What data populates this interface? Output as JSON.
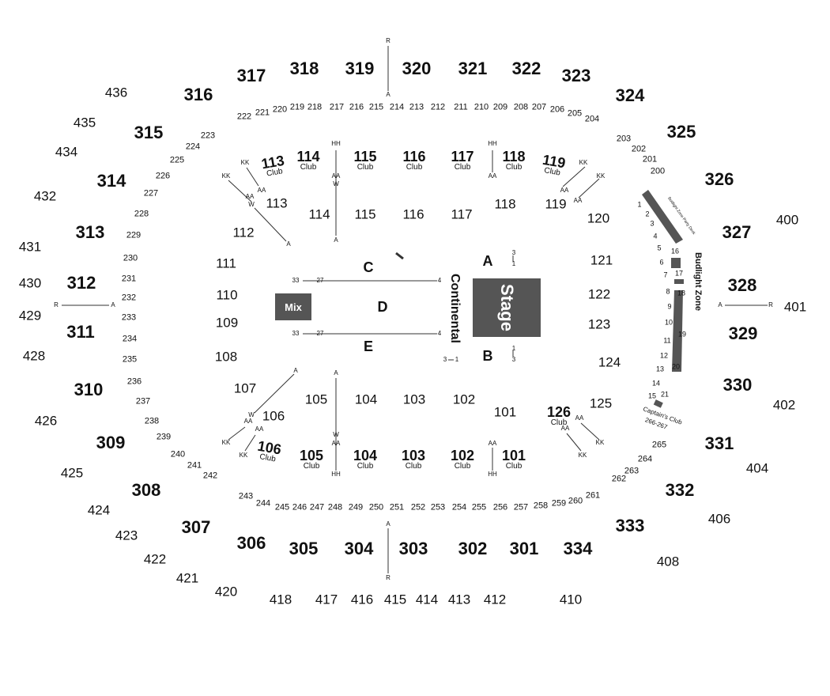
{
  "venue": {
    "stage": "Stage",
    "mix": "Mix",
    "continental": "Continental",
    "budlight_zone": "Budlight Zone",
    "budlight_party_deck": "Budlight Zone Party Deck",
    "captains_club": "Captain's Club",
    "captains_club_sections": "266-267",
    "club_word": "Club"
  },
  "floor": {
    "a": "A",
    "b": "B",
    "c": "C",
    "d": "D",
    "e": "E"
  },
  "rows": {
    "r": "R",
    "a": "A",
    "hh": "HH",
    "aa": "AA",
    "w": "W",
    "kk": "KK",
    "n33": "33",
    "n27": "27",
    "n4": "4",
    "n3": "3",
    "n1": "1"
  },
  "sections_400": [
    "400",
    "401",
    "402",
    "404",
    "406",
    "408",
    "410",
    "412",
    "413",
    "414",
    "415",
    "416",
    "417",
    "418",
    "420",
    "421",
    "422",
    "423",
    "424",
    "425",
    "426",
    "428",
    "429",
    "430",
    "431",
    "432",
    "434",
    "435",
    "436"
  ],
  "sections_300": [
    "301",
    "302",
    "303",
    "304",
    "305",
    "306",
    "307",
    "308",
    "309",
    "310",
    "311",
    "312",
    "313",
    "314",
    "315",
    "316",
    "317",
    "318",
    "319",
    "320",
    "321",
    "322",
    "323",
    "324",
    "325",
    "326",
    "327",
    "328",
    "329",
    "330",
    "331",
    "332",
    "333",
    "334"
  ],
  "sections_200": [
    "200",
    "201",
    "202",
    "203",
    "204",
    "205",
    "206",
    "207",
    "208",
    "209",
    "210",
    "211",
    "212",
    "213",
    "214",
    "215",
    "216",
    "217",
    "218",
    "219",
    "220",
    "221",
    "222",
    "223",
    "224",
    "225",
    "226",
    "227",
    "228",
    "229",
    "230",
    "231",
    "232",
    "233",
    "234",
    "235",
    "236",
    "237",
    "238",
    "239",
    "240",
    "241",
    "242",
    "243",
    "244",
    "245",
    "246",
    "247",
    "248",
    "249",
    "250",
    "251",
    "252",
    "253",
    "254",
    "255",
    "256",
    "257",
    "258",
    "259",
    "260",
    "261",
    "262",
    "263",
    "264",
    "265"
  ],
  "sections_100": [
    "101",
    "102",
    "103",
    "104",
    "105",
    "106",
    "107",
    "108",
    "109",
    "110",
    "111",
    "112",
    "113",
    "114",
    "115",
    "116",
    "117",
    "118",
    "119",
    "120",
    "121",
    "122",
    "123",
    "124",
    "125",
    "126"
  ],
  "club_sections": [
    "101",
    "102",
    "103",
    "104",
    "105",
    "106",
    "113",
    "114",
    "115",
    "116",
    "117",
    "118",
    "119",
    "126"
  ],
  "budlight_numbers": [
    "1",
    "2",
    "3",
    "4",
    "5",
    "6",
    "7",
    "8",
    "9",
    "10",
    "11",
    "12",
    "13",
    "14",
    "15",
    "16",
    "17",
    "18",
    "19",
    "20",
    "21"
  ]
}
